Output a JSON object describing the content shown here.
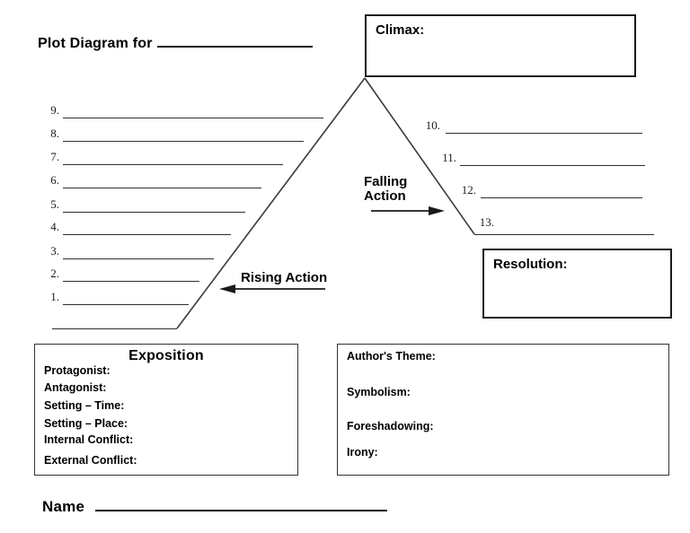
{
  "title": {
    "text": "Plot Diagram for"
  },
  "climax": {
    "label": "Climax:"
  },
  "rising_action": {
    "label": "Rising Action"
  },
  "falling_action": {
    "label": "Falling Action"
  },
  "resolution": {
    "label": "Resolution:"
  },
  "rising_blanks": [
    "9.",
    "8.",
    "7.",
    "6.",
    "5.",
    "4.",
    "3.",
    "2.",
    "1."
  ],
  "falling_blanks": [
    "10.",
    "11.",
    "12.",
    "13."
  ],
  "exposition": {
    "title": "Exposition",
    "fields": [
      "Protagonist:",
      "Antagonist:",
      "Setting – Time:",
      "Setting – Place:",
      "Internal Conflict:",
      "External Conflict:"
    ]
  },
  "analysis": {
    "fields": [
      "Author's Theme:",
      "Symbolism:",
      "Foreshadowing:",
      "Irony:"
    ]
  },
  "footer": {
    "name_label": "Name"
  },
  "colors": {
    "ink": "#000000",
    "paper": "#ffffff",
    "line": "#2e2e2e"
  }
}
